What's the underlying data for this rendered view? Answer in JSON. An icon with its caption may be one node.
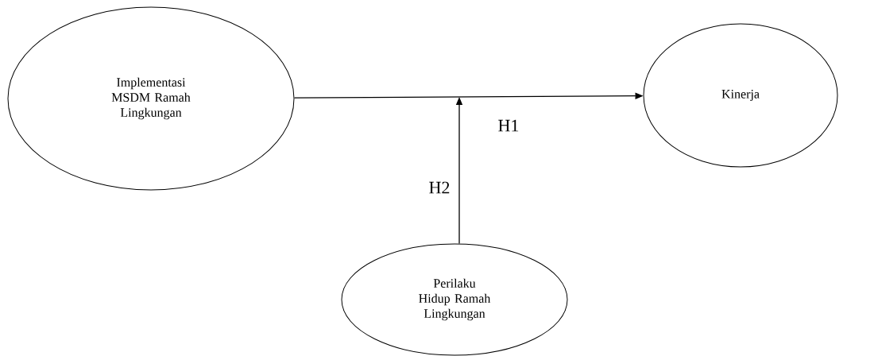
{
  "diagram": {
    "nodes": [
      {
        "text": [
          "Implementasi MSDM Ramah Lingkungan"
        ]
      },
      {
        "text": [
          "Kinerja"
        ]
      },
      {
        "text": [
          "Perilaku Hidup Ramah Lingkungan"
        ]
      }
    ],
    "edges": [
      {
        "from": 0,
        "to": 1,
        "arrow": "to",
        "label": "H1"
      },
      {
        "from": 2,
        "to": null,
        "arrow": "to",
        "label": "H2"
      }
    ]
  }
}
